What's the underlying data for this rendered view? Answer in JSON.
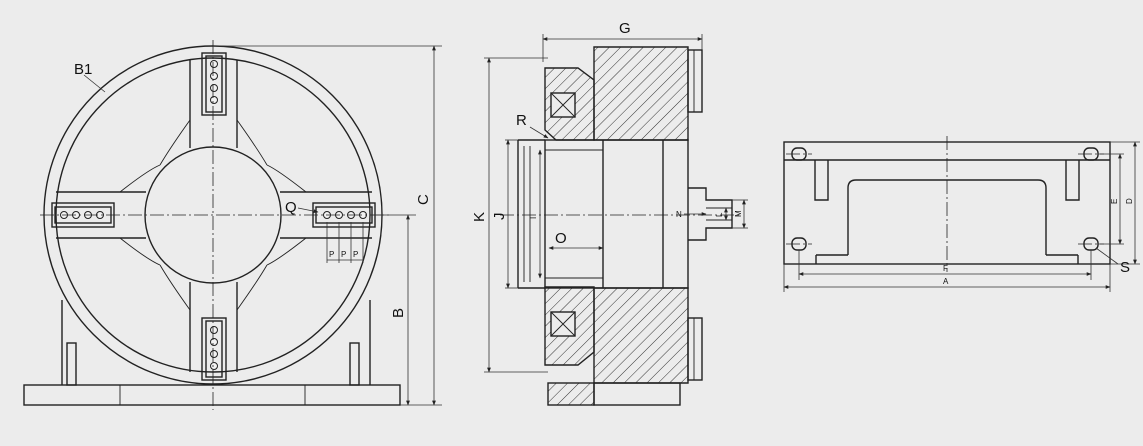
{
  "colors": {
    "background": "#ececec",
    "line": "#222222"
  },
  "front_view": {
    "labels": {
      "b1": "B1",
      "q": "Q",
      "p": "P",
      "c": "C",
      "b": "B"
    }
  },
  "section_view": {
    "labels": {
      "g": "G",
      "r": "R",
      "k": "K",
      "j": "J",
      "i": "I",
      "o": "O",
      "n": "N",
      "l": "L",
      "m": "M"
    }
  },
  "base_view": {
    "labels": {
      "e": "E",
      "d": "D",
      "f": "F",
      "a": "A",
      "s": "S"
    }
  }
}
